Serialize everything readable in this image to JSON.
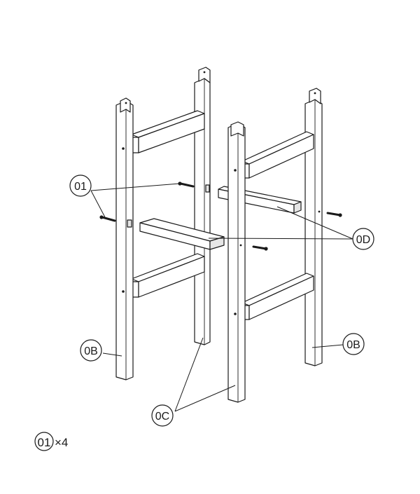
{
  "labels": {
    "screw": "01",
    "side_post": "0B",
    "front_post": "0C",
    "rail": "0D"
  },
  "quantity": {
    "part": "01",
    "count": "×4"
  },
  "colors": {
    "line": "#1a1a1a",
    "fill": "#ffffff",
    "shade": "#e6e6e6"
  }
}
